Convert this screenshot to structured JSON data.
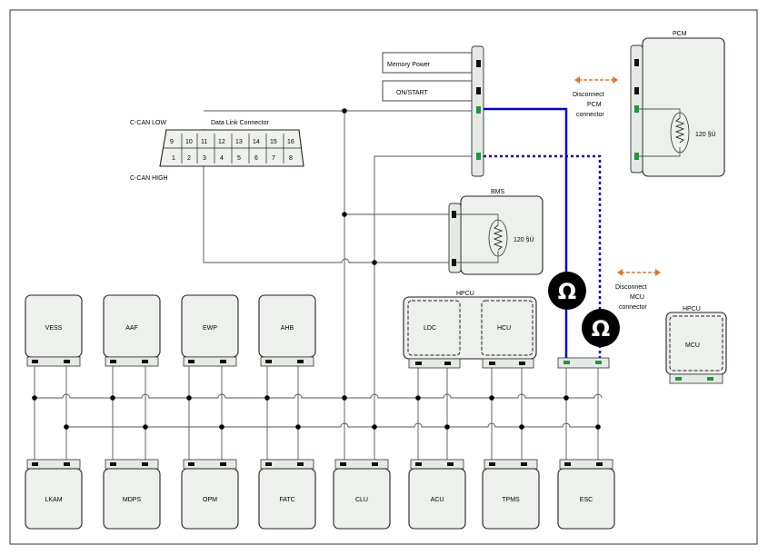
{
  "connector": {
    "title": "Data Link Connector",
    "can_low": "C-CAN LOW",
    "can_high": "C-CAN HIGH",
    "top_pins": [
      "9",
      "10",
      "11",
      "12",
      "13",
      "14",
      "15",
      "16"
    ],
    "bottom_pins": [
      "1",
      "2",
      "3",
      "4",
      "5",
      "6",
      "7",
      "8"
    ]
  },
  "memory_power": "Memory Power",
  "on_start": "ON/START",
  "pcm": {
    "title": "PCM",
    "resistor": "120 §Ù"
  },
  "bms": {
    "title": "BMS",
    "resistor": "120 §Ù"
  },
  "disconnect_pcm": [
    "Disconnect",
    "PCM",
    "connector"
  ],
  "disconnect_mcu": [
    "Disconnect",
    "MCU",
    "connector"
  ],
  "hpcu_main": {
    "title": "HPCU",
    "ldc": "LDC",
    "hcu": "HCU"
  },
  "hpcu_side": {
    "title": "HPCU",
    "mcu": "MCU"
  },
  "top_modules": [
    "VESS",
    "AAF",
    "EWP",
    "AHB"
  ],
  "bottom_modules": [
    "LKAM",
    "MDPS",
    "OPM",
    "FATC",
    "CLU",
    "ACU",
    "TPMS",
    "ESC"
  ],
  "ohm_symbol": "Ω",
  "colors": {
    "can_high_wire": "#0000dd",
    "arrow": "#f07020",
    "pin_green": "#1a9a3a"
  }
}
